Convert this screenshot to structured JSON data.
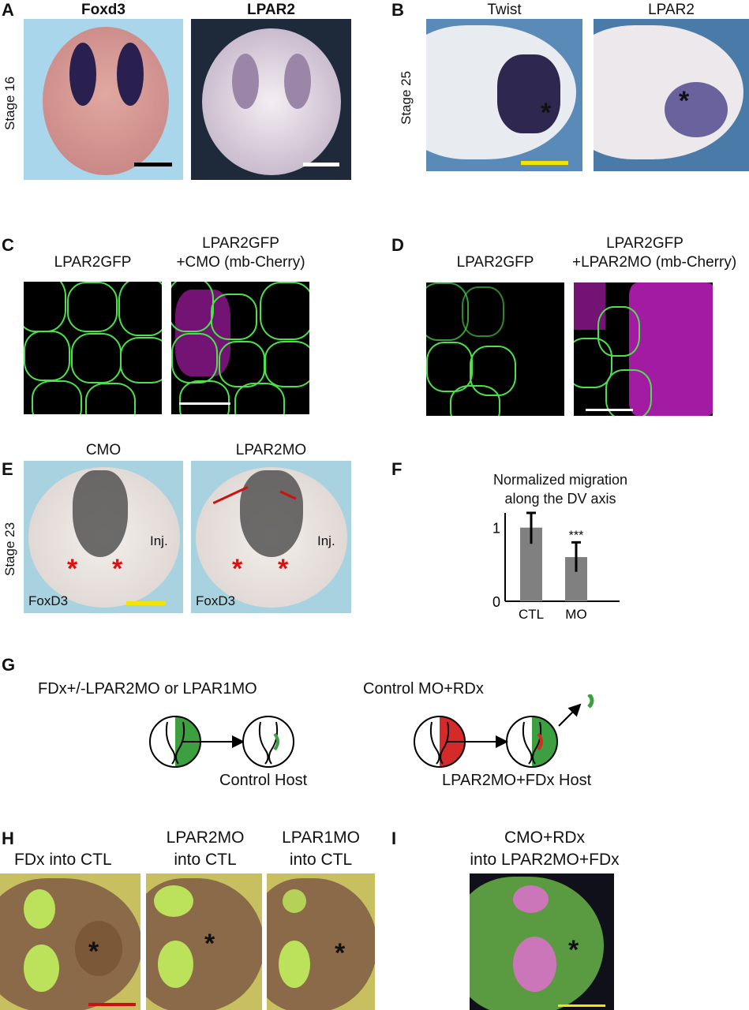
{
  "panels": {
    "A": {
      "label": "A",
      "row_label": "Stage 16",
      "titles": [
        "Foxd3",
        "LPAR2"
      ]
    },
    "B": {
      "label": "B",
      "row_label": "Stage 25",
      "titles": [
        "Twist",
        "LPAR2"
      ],
      "marker": "*"
    },
    "C": {
      "label": "C",
      "titles": [
        "LPAR2GFP",
        "LPAR2GFP",
        "+CMO (mb-Cherry)"
      ]
    },
    "D": {
      "label": "D",
      "titles": [
        "LPAR2GFP",
        "LPAR2GFP",
        "+LPAR2MO (mb-Cherry)"
      ]
    },
    "E": {
      "label": "E",
      "row_label": "Stage 23",
      "titles": [
        "CMO",
        "LPAR2MO"
      ],
      "inj": "Inj.",
      "probe": "FoxD3",
      "marker": "*"
    },
    "F": {
      "label": "F"
    },
    "G": {
      "label": "G",
      "left_title": "FDx+/-LPAR2MO or LPAR1MO",
      "left_host": "Control Host",
      "right_title": "Control MO+RDx",
      "right_host": "LPAR2MO+FDx Host"
    },
    "H": {
      "label": "H",
      "titles": [
        "FDx into CTL",
        "LPAR2MO",
        "into CTL",
        "LPAR1MO",
        "into CTL"
      ],
      "marker": "*"
    },
    "I": {
      "label": "I",
      "titles": [
        "CMO+RDx",
        "into LPAR2MO+FDx"
      ],
      "marker": "*"
    }
  },
  "colors": {
    "scale_black": "#000000",
    "scale_white": "#ffffff",
    "scale_yellow": "#f5e400",
    "scale_red": "#cc1111",
    "bar": "#808080",
    "gfp": "#4de04a",
    "cherry": "#c020c0"
  },
  "chart_data": {
    "type": "bar",
    "title": "Normalized migration along the DV axis",
    "title_lines": [
      "Normalized migration",
      "along the DV axis"
    ],
    "categories": [
      "CTL",
      "MO"
    ],
    "values": [
      1.0,
      0.6
    ],
    "errors_upper": [
      1.2,
      0.8
    ],
    "errors_lower": [
      0.78,
      0.4
    ],
    "annotations": [
      "",
      "***"
    ],
    "yticks": [
      "0",
      "1"
    ],
    "ylim": [
      0,
      1.2
    ],
    "xlabel": "",
    "ylabel": ""
  }
}
